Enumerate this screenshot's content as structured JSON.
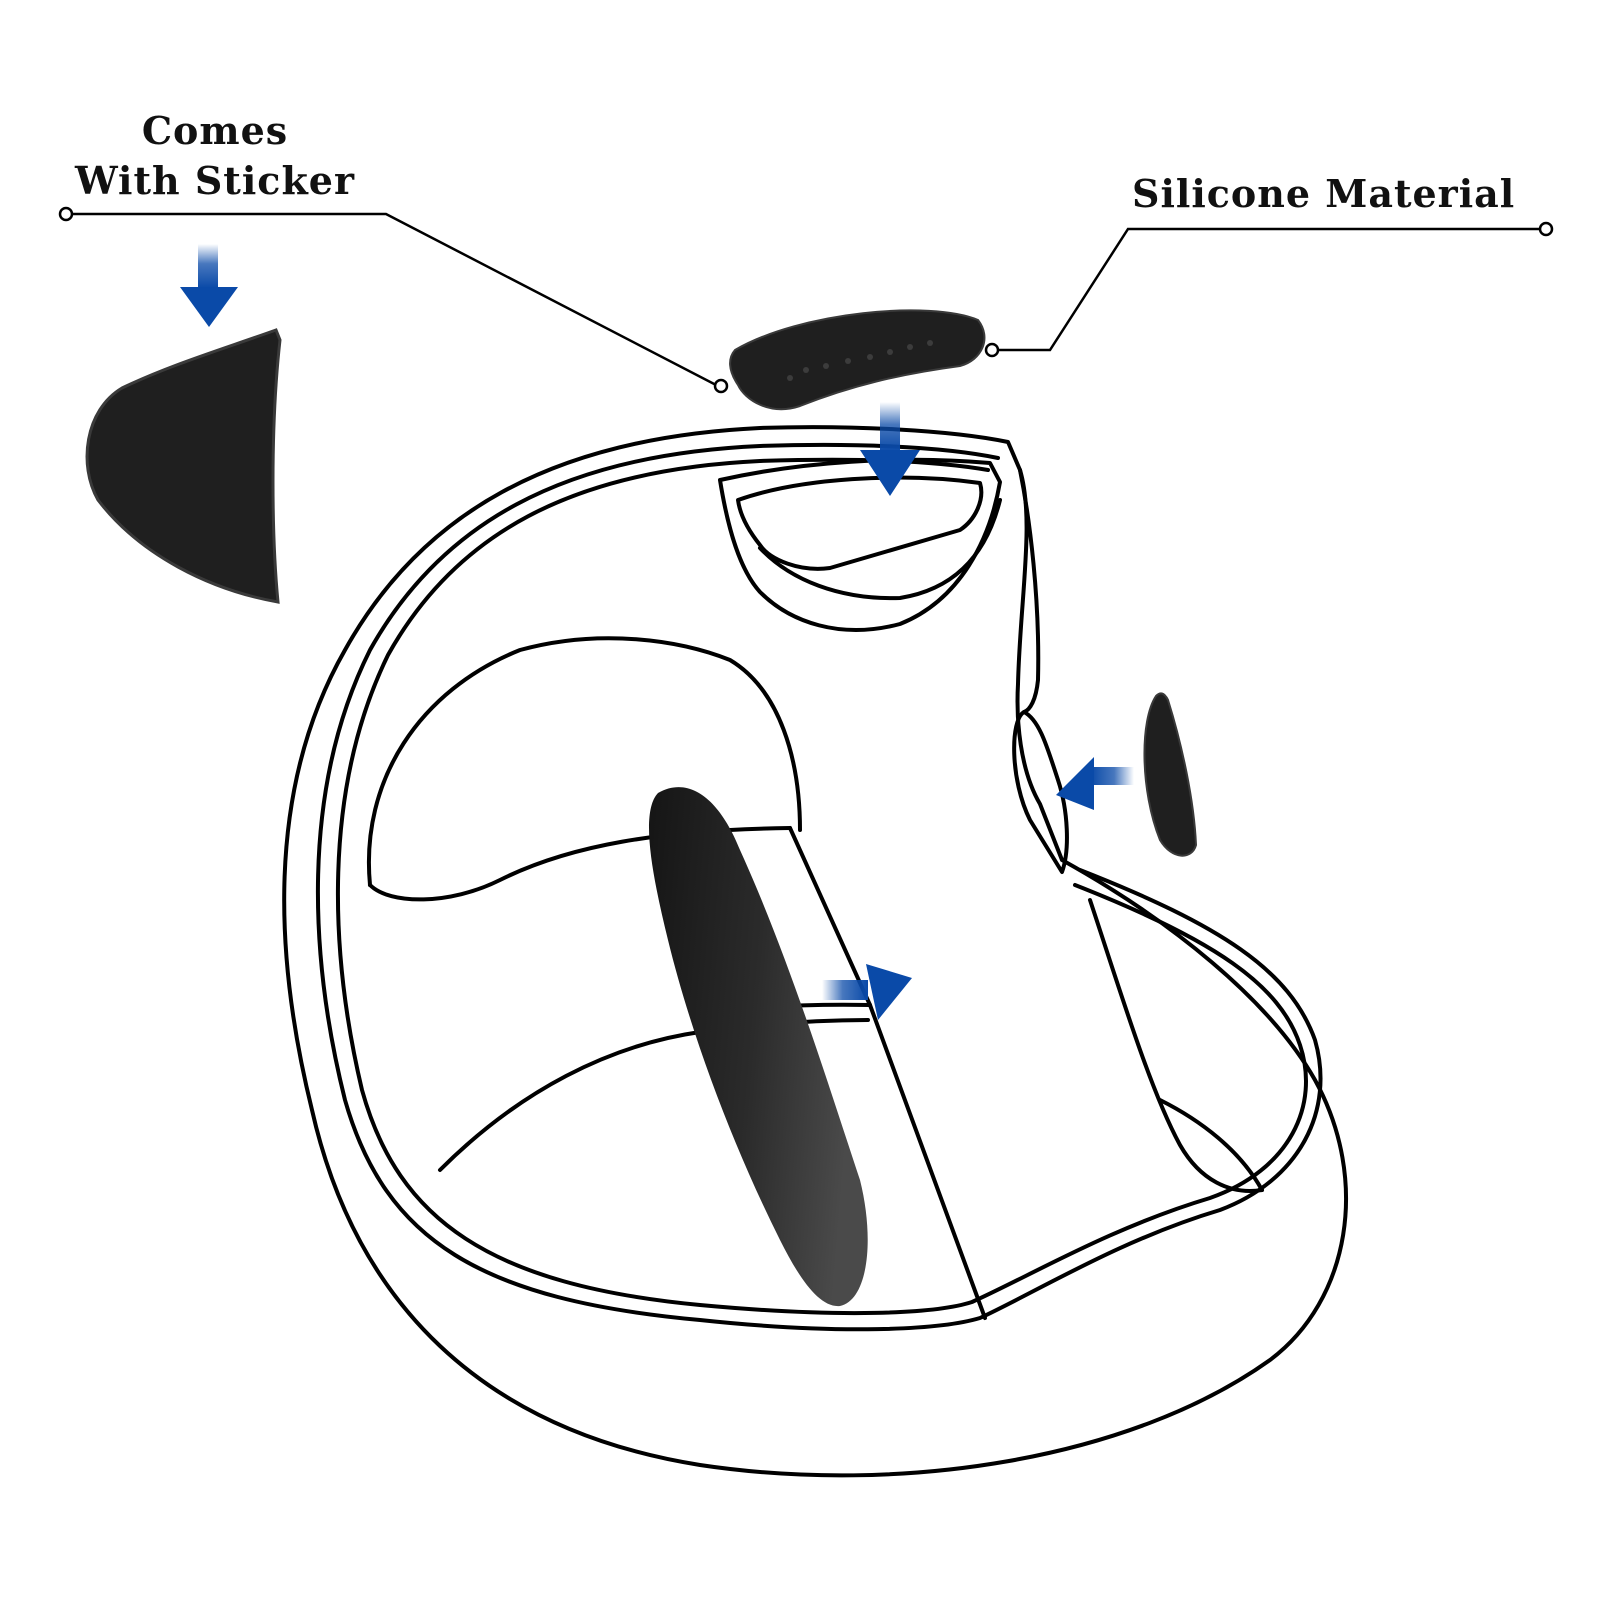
{
  "callouts": {
    "left": {
      "line1": "Comes",
      "line2": "With Sticker"
    },
    "right": {
      "text": "Silicone Material"
    }
  },
  "colors": {
    "background": "#ffffff",
    "outline": "#000000",
    "pad_dark": "#1c1c1c",
    "pad_highlight": "#4a4a4a",
    "arrow_blue": "#0a4aa8",
    "text": "#111111"
  },
  "icons": {
    "arrow": "blue-gradient-arrow-icon",
    "callout_dot": "open-circle-icon"
  }
}
